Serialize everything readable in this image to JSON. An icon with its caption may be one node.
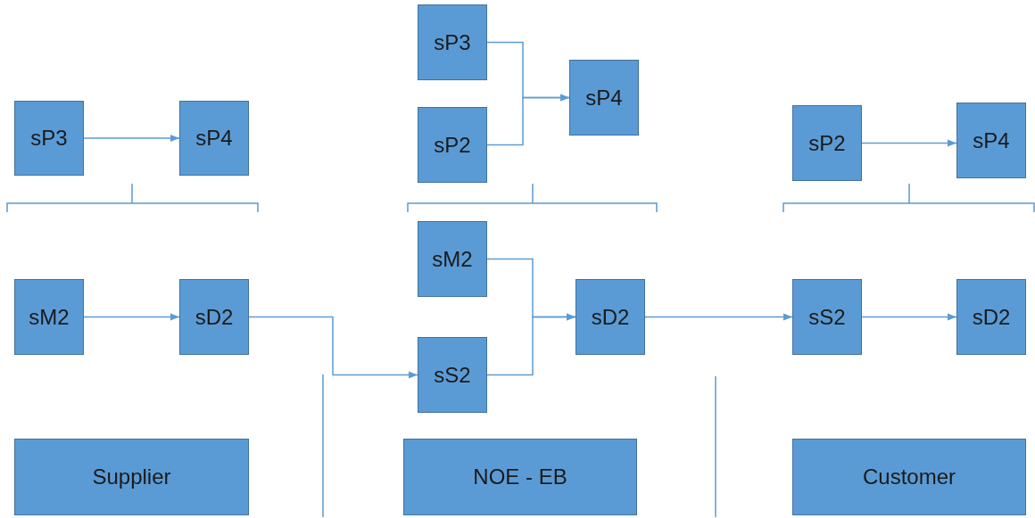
{
  "diagram": {
    "nodes": [
      {
        "text": [
          "sP3"
        ]
      },
      {
        "text": [
          "sP4"
        ]
      },
      {
        "text": [
          "sP3"
        ]
      },
      {
        "text": [
          "sP4"
        ]
      },
      {
        "text": [
          "sP2"
        ]
      },
      {
        "text": [
          "sP2"
        ]
      },
      {
        "text": [
          "sP4"
        ]
      },
      {
        "text": [
          "sM2"
        ]
      },
      {
        "text": [
          "sD2"
        ]
      },
      {
        "text": [
          "sM2"
        ]
      },
      {
        "text": [
          "sD2"
        ]
      },
      {
        "text": [
          "sS2"
        ]
      },
      {
        "text": [
          "sS2"
        ]
      },
      {
        "text": [
          "sD2"
        ]
      },
      {
        "text": [
          "Supplier"
        ]
      },
      {
        "text": [
          "NOE - EB"
        ]
      },
      {
        "text": [
          "Customer"
        ]
      }
    ],
    "edges": [
      {
        "from": 0,
        "to": 1,
        "arrow": "to"
      },
      {
        "from": 2,
        "to": 3,
        "arrow": "to"
      },
      {
        "from": 4,
        "to": 3,
        "arrow": "to"
      },
      {
        "from": 5,
        "to": 6,
        "arrow": "to"
      },
      {
        "from": 7,
        "to": 8,
        "arrow": "to"
      },
      {
        "from": 8,
        "to": 11,
        "arrow": "to"
      },
      {
        "from": 9,
        "to": 10,
        "arrow": "to"
      },
      {
        "from": 11,
        "to": 10,
        "arrow": "to"
      },
      {
        "from": 10,
        "to": 12,
        "arrow": "to"
      },
      {
        "from": 12,
        "to": 13,
        "arrow": "to"
      }
    ]
  }
}
